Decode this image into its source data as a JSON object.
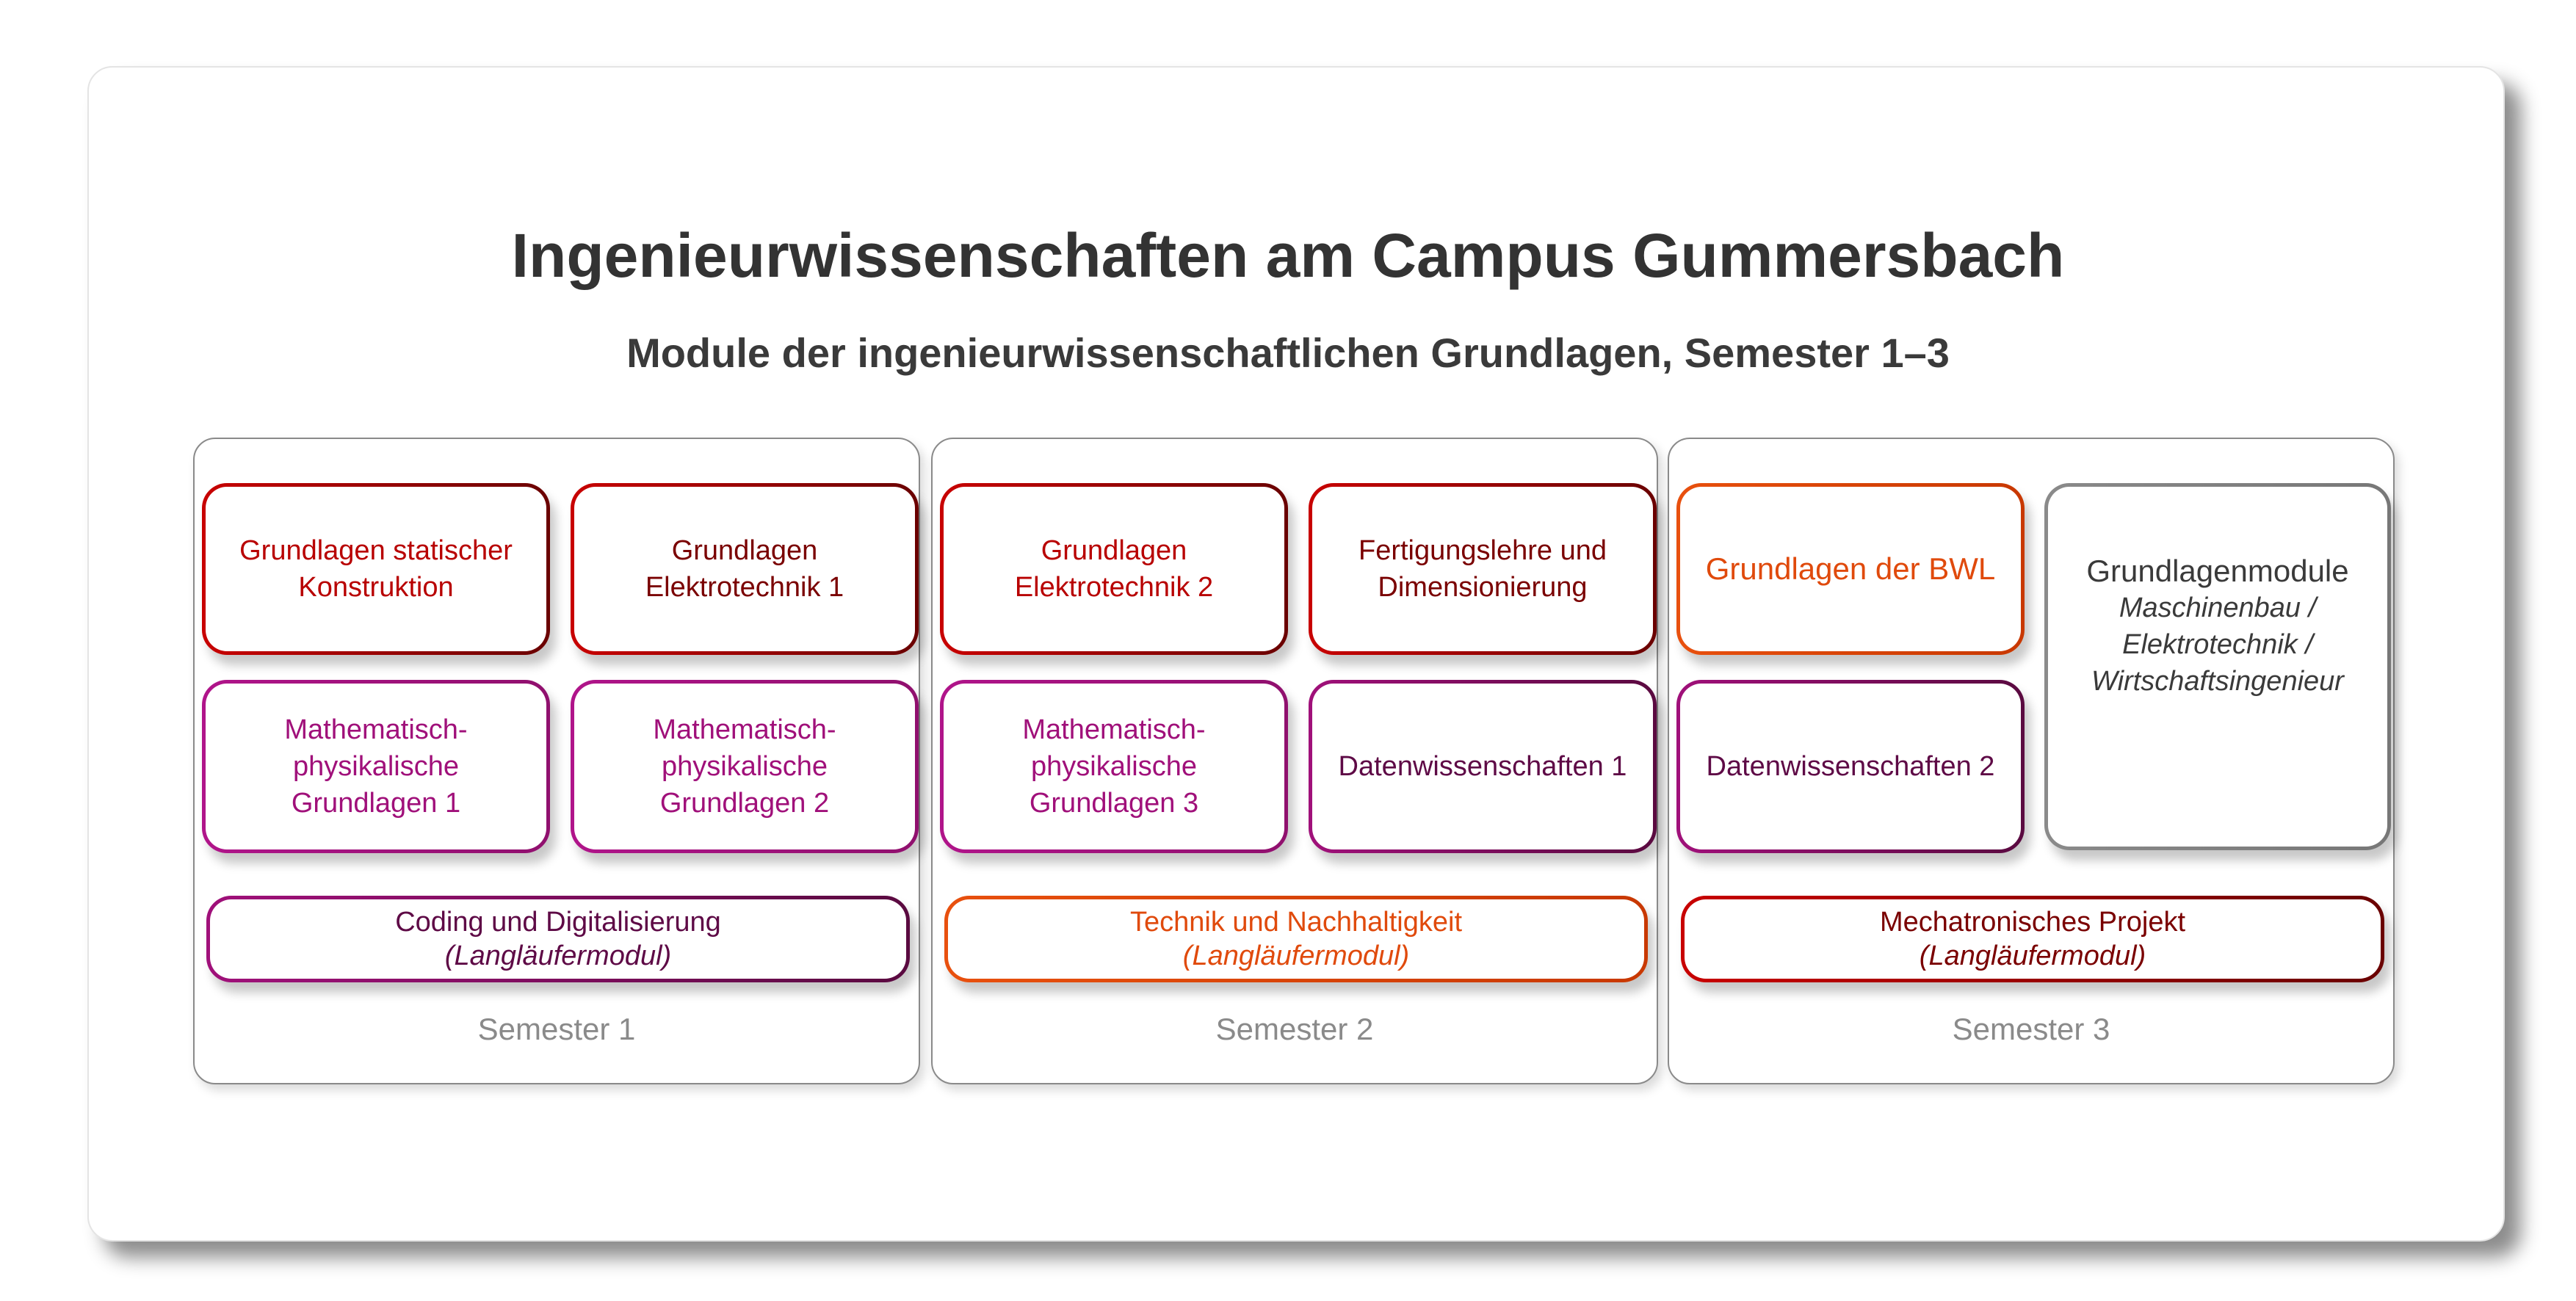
{
  "title": "Ingenieurwissenschaften am Campus Gummersbach",
  "subtitle": "Module der ingenieurwissenschaftlichen Grundlagen, Semester 1–3",
  "colors": {
    "red": "#c00000",
    "magenta": "#a0107a",
    "dark_purple": "#5e0a46",
    "orange": "#e04a0c",
    "grey": "#8a8a8a"
  },
  "semesters": [
    {
      "label": "Semester 1",
      "modules": [
        {
          "line1": "Grundlagen statischer",
          "line2": "Konstruktion"
        },
        {
          "line1": "Grundlagen",
          "line2": "Elektrotechnik 1"
        },
        {
          "line1": "Mathematisch-physikalische",
          "line2": "Grundlagen 1"
        },
        {
          "line1": "Mathematisch-physikalische",
          "line2": "Grundlagen 2"
        }
      ],
      "long": {
        "name": "Coding und Digitalisierung",
        "note": "(Langläufermodul)"
      }
    },
    {
      "label": "Semester 2",
      "modules": [
        {
          "line1": "Grundlagen",
          "line2": "Elektrotechnik 2"
        },
        {
          "line1": "Fertigungslehre und",
          "line2": "Dimensionierung"
        },
        {
          "line1": "Mathematisch-physikalische",
          "line2": "Grundlagen 3"
        },
        {
          "line1": "Datenwissenschaften 1"
        }
      ],
      "long": {
        "name": "Technik und Nachhaltigkeit",
        "note": "(Langläufermodul)"
      }
    },
    {
      "label": "Semester 3",
      "modules": [
        {
          "line1": "Grundlagen der BWL"
        },
        {
          "line1": "Datenwissenschaften 2"
        },
        {
          "line1": "Grundlagenmodule",
          "line2": "Maschinenbau /",
          "line3": "Elektrotechnik /",
          "line4": "Wirtschaftsingenieur"
        }
      ],
      "long": {
        "name": "Mechatronisches Projekt",
        "note": "(Langläufermodul)"
      }
    }
  ]
}
